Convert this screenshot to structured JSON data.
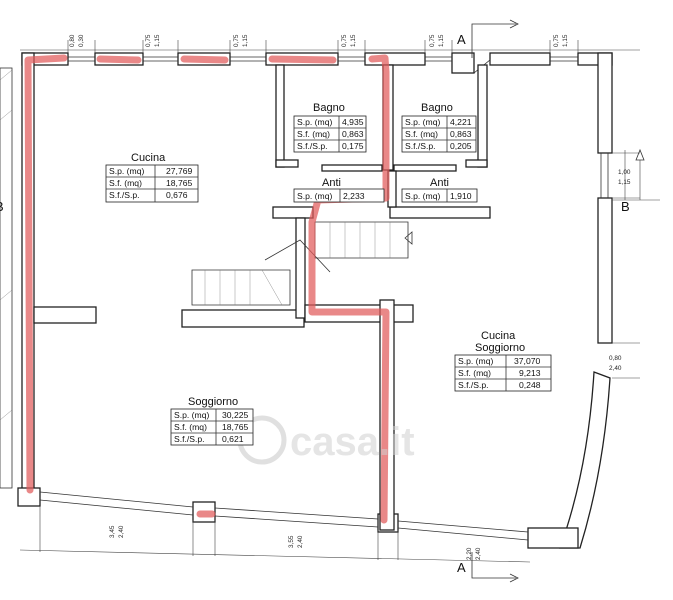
{
  "rooms": {
    "bagno1": {
      "name": "Bagno",
      "rows": [
        [
          "S.p. (mq)",
          "4,935"
        ],
        [
          "S.f.  (mq)",
          "0,863"
        ],
        [
          "S.f./S.p.",
          "0,175"
        ]
      ]
    },
    "bagno2": {
      "name": "Bagno",
      "rows": [
        [
          "S.p. (mq)",
          "4,221"
        ],
        [
          "S.f.  (mq)",
          "0,863"
        ],
        [
          "S.f./S.p.",
          "0,205"
        ]
      ]
    },
    "cucina": {
      "name": "Cucina",
      "rows": [
        [
          "S.p. (mq)",
          "27,769"
        ],
        [
          "S.f.  (mq)",
          "18,765"
        ],
        [
          "S.f./S.p.",
          "0,676"
        ]
      ]
    },
    "anti1": {
      "name": "Anti",
      "rows": [
        [
          "S.p. (mq)",
          "2,233"
        ]
      ]
    },
    "anti2": {
      "name": "Anti",
      "rows": [
        [
          "S.p. (mq)",
          "1,910"
        ]
      ]
    },
    "soggiorno": {
      "name": "Soggiorno",
      "rows": [
        [
          "S.p. (mq)",
          "30,225"
        ],
        [
          "S.f.  (mq)",
          "18,765"
        ],
        [
          "S.f./S.p.",
          "0,621"
        ]
      ]
    },
    "cucina_soggiorno": {
      "name": "Cucina",
      "name2": "Soggiorno",
      "rows": [
        [
          "S.p. (mq)",
          "37,070"
        ],
        [
          "S.f.  (mq)",
          "9,213"
        ],
        [
          "S.f./S.p.",
          "0,248"
        ]
      ]
    }
  },
  "sections": {
    "a_top": "A",
    "a_bottom": "A",
    "b_right": "B",
    "b_left": "B"
  },
  "dimensions": {
    "top": [
      [
        "0,80",
        "0,30"
      ],
      [
        "0,75",
        "1,15"
      ],
      [
        "0,75",
        "1,15"
      ],
      [
        "0,75",
        "1,15"
      ],
      [
        "0,75",
        "1,15"
      ],
      [
        "0,75",
        "1,15"
      ]
    ],
    "right_upper": [
      "1,00",
      "1,15"
    ],
    "right_lower": [
      "0,80",
      "2,40"
    ],
    "bottom": [
      [
        "3,45",
        "2,40"
      ],
      [
        "3,55",
        "2,40"
      ],
      [
        "2,20",
        "2,40"
      ]
    ]
  },
  "watermark": "casa.it"
}
